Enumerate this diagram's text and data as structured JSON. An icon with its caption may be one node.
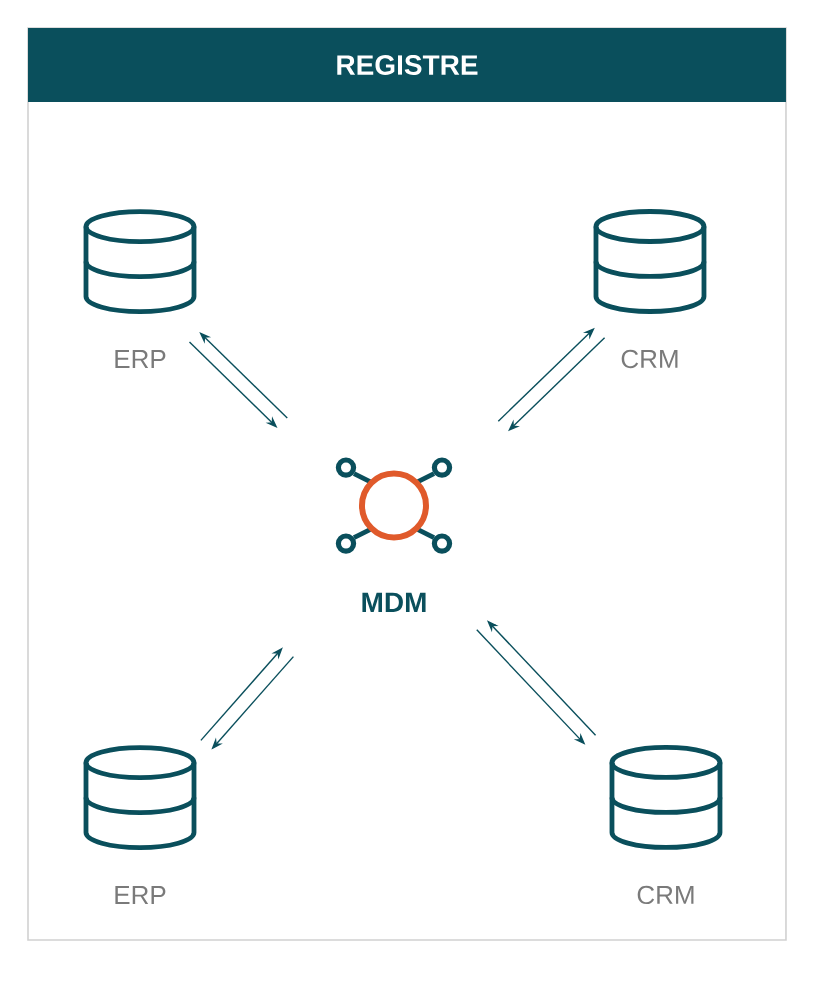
{
  "diagram": {
    "nodes": [
      {
        "text": [
          "REGISTRE"
        ]
      },
      {
        "text": [
          "ERP"
        ],
        "in": 0
      },
      {
        "text": [
          "CRM"
        ],
        "in": 0
      },
      {
        "text": [
          "MDM"
        ],
        "in": 0
      },
      {
        "text": [
          "ERP"
        ],
        "in": 0
      },
      {
        "text": [
          "CRM"
        ],
        "in": 0
      }
    ],
    "edges": [
      {
        "from": 1,
        "to": 3,
        "arrow": "to"
      },
      {
        "from": 3,
        "to": 1,
        "arrow": "to"
      },
      {
        "from": 2,
        "to": 3,
        "arrow": "to"
      },
      {
        "from": 3,
        "to": 2,
        "arrow": "to"
      },
      {
        "from": 4,
        "to": 3,
        "arrow": "to"
      },
      {
        "from": 3,
        "to": 4,
        "arrow": "to"
      },
      {
        "from": 3,
        "to": 5,
        "arrow": "to"
      },
      {
        "from": 5,
        "to": 3,
        "arrow": "to"
      }
    ]
  }
}
